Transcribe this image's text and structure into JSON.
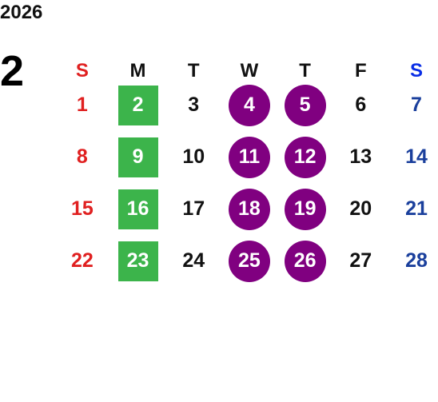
{
  "year": "2026",
  "month": "2",
  "weekdays": [
    "S",
    "M",
    "T",
    "W",
    "T",
    "F",
    "S"
  ],
  "weeks": [
    [
      "1",
      "2",
      "3",
      "4",
      "5",
      "6",
      "7"
    ],
    [
      "8",
      "9",
      "10",
      "11",
      "12",
      "13",
      "14"
    ],
    [
      "15",
      "16",
      "17",
      "18",
      "19",
      "20",
      "21"
    ],
    [
      "22",
      "23",
      "24",
      "25",
      "26",
      "27",
      "28"
    ]
  ],
  "colors": {
    "sunday": "#e02020",
    "saturday": "#1a3f9c",
    "saturday_header": "#0a2ee6",
    "green_highlight": "#3cb44b",
    "purple_highlight": "#800080"
  },
  "highlights": {
    "green_column": "M",
    "purple_columns": [
      "W",
      "T"
    ]
  }
}
